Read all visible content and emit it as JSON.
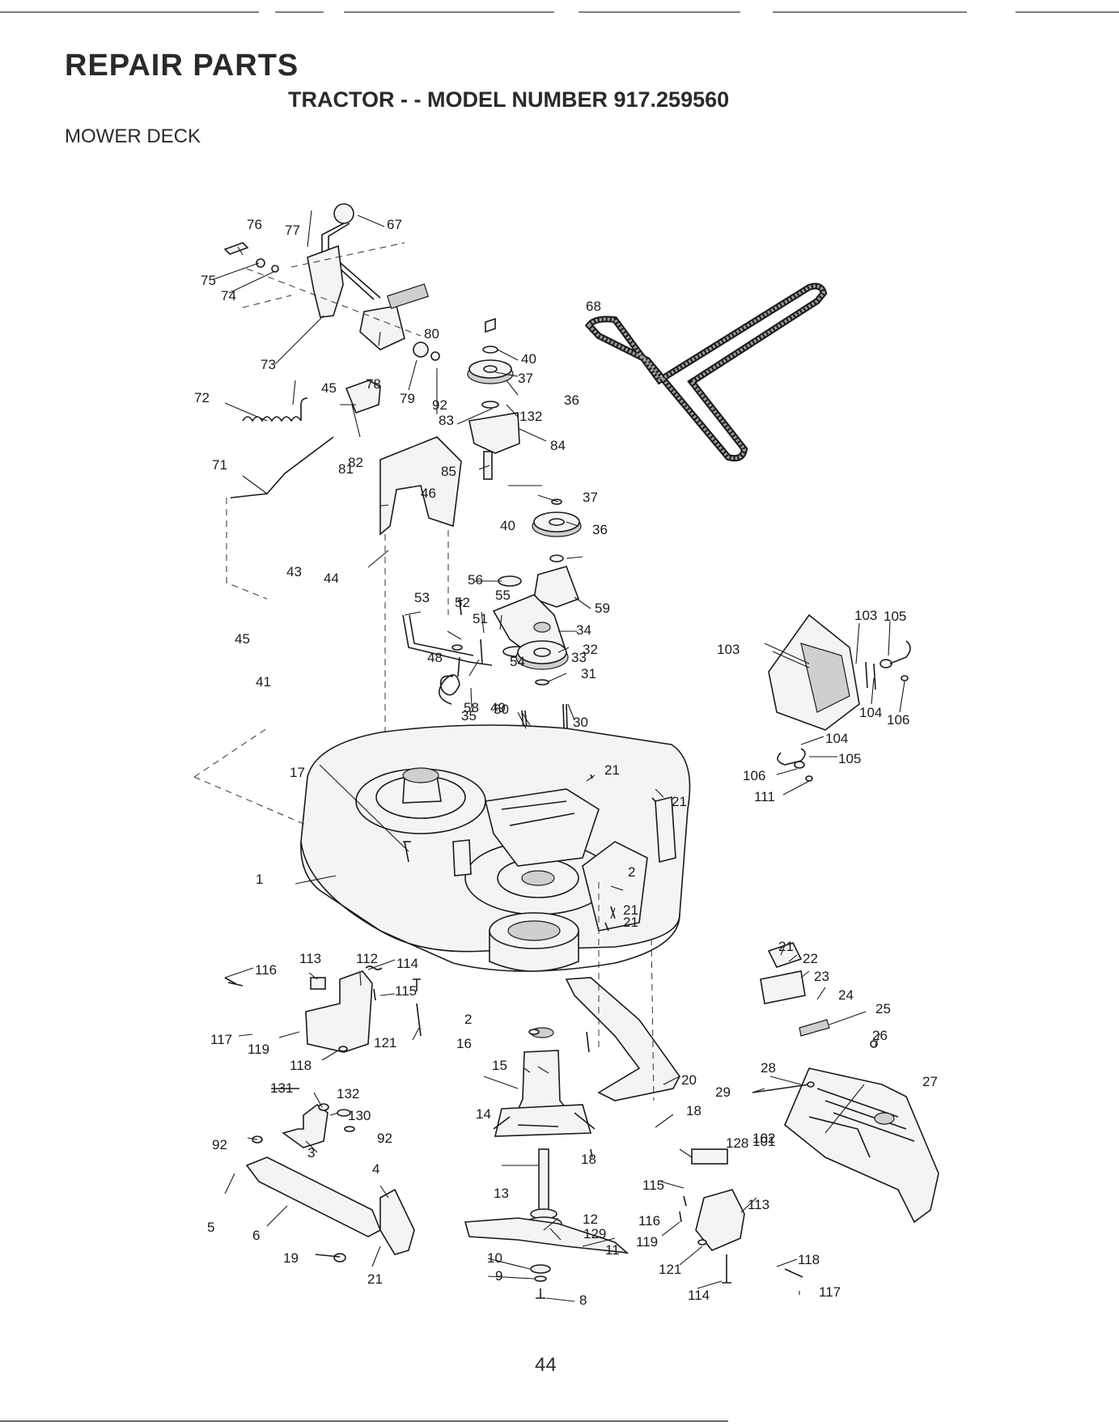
{
  "header": {
    "title": "REPAIR PARTS",
    "model_line": "TRACTOR - - MODEL NUMBER 917.259560",
    "section": "MOWER DECK"
  },
  "page_number": "44",
  "callouts": [
    "1",
    "2",
    "2",
    "3",
    "4",
    "5",
    "6",
    "8",
    "9",
    "10",
    "11",
    "12",
    "13",
    "14",
    "15",
    "16",
    "17",
    "18",
    "18",
    "19",
    "20",
    "21",
    "21",
    "21",
    "21",
    "21",
    "21",
    "22",
    "23",
    "24",
    "25",
    "26",
    "27",
    "28",
    "29",
    "30",
    "31",
    "32",
    "33",
    "34",
    "35",
    "36",
    "36",
    "37",
    "37",
    "40",
    "40",
    "41",
    "43",
    "44",
    "45",
    "45",
    "46",
    "48",
    "49",
    "50",
    "51",
    "52",
    "53",
    "54",
    "55",
    "56",
    "58",
    "59",
    "67",
    "68",
    "71",
    "72",
    "73",
    "74",
    "75",
    "76",
    "77",
    "78",
    "79",
    "80",
    "81",
    "82",
    "83",
    "84",
    "85",
    "92",
    "92",
    "92",
    "101",
    "102",
    "103",
    "103",
    "104",
    "104",
    "105",
    "105",
    "106",
    "106",
    "111",
    "112",
    "113",
    "113",
    "114",
    "114",
    "115",
    "115",
    "116",
    "116",
    "117",
    "117",
    "118",
    "118",
    "119",
    "119",
    "121",
    "121",
    "128",
    "129",
    "130",
    "131",
    "132",
    "132"
  ]
}
